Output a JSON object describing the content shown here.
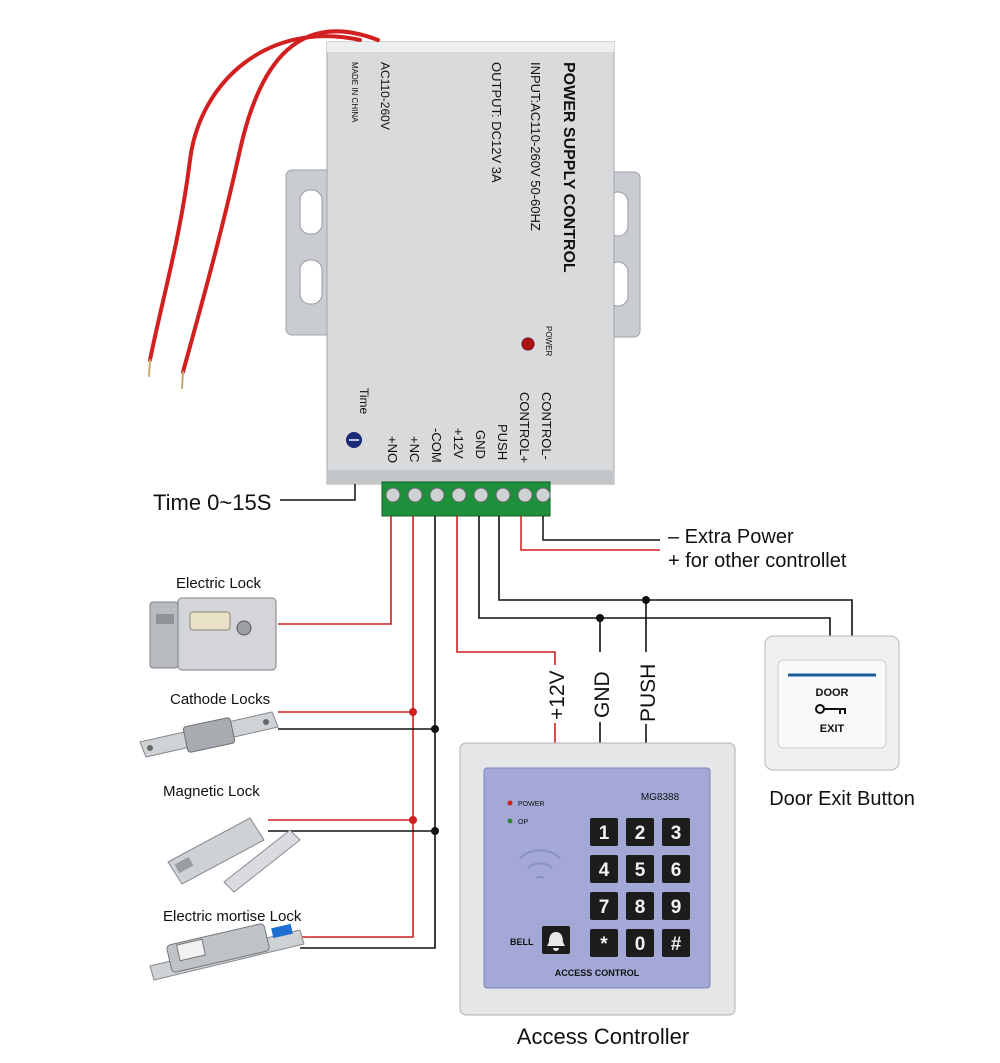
{
  "power_supply": {
    "title": "POWER SUPPLY CONTROL",
    "input": "INPUT:AC110-260V 50-60HZ",
    "output": "OUTPUT: DC12V  3A",
    "voltage": "AC110-260V",
    "origin": "MADE IN CHINA",
    "power_led": "POWER",
    "time_label": "Time",
    "terminals": [
      "CONTROL-",
      "CONTROL+",
      "PUSH",
      "GND",
      "+12V",
      "-COM",
      "+NC",
      "+NO"
    ]
  },
  "annotations": {
    "time_range": "Time  0~15S",
    "extra_power_minus": "–  Extra Power",
    "extra_power_plus": "+  for other controllet"
  },
  "locks": {
    "electric_lock": "Electric Lock",
    "cathode_locks": "Cathode Locks",
    "magnetic_lock": "Magnetic Lock",
    "mortise_lock": "Electric mortise Lock"
  },
  "wire_labels": {
    "plus12v": "+12V",
    "gnd": "GND",
    "push": "PUSH"
  },
  "exit_button": {
    "door": "DOOR",
    "exit": "EXIT",
    "caption": "Door Exit Button"
  },
  "keypad": {
    "power_led": "POWER",
    "op_led": "OP",
    "model": "MG8388",
    "bell": "BELL",
    "footer": "ACCESS CONTROL",
    "keys": [
      "1",
      "2",
      "3",
      "4",
      "5",
      "6",
      "7",
      "8",
      "9",
      "*",
      "0",
      "#"
    ],
    "caption": "Access Controller"
  }
}
